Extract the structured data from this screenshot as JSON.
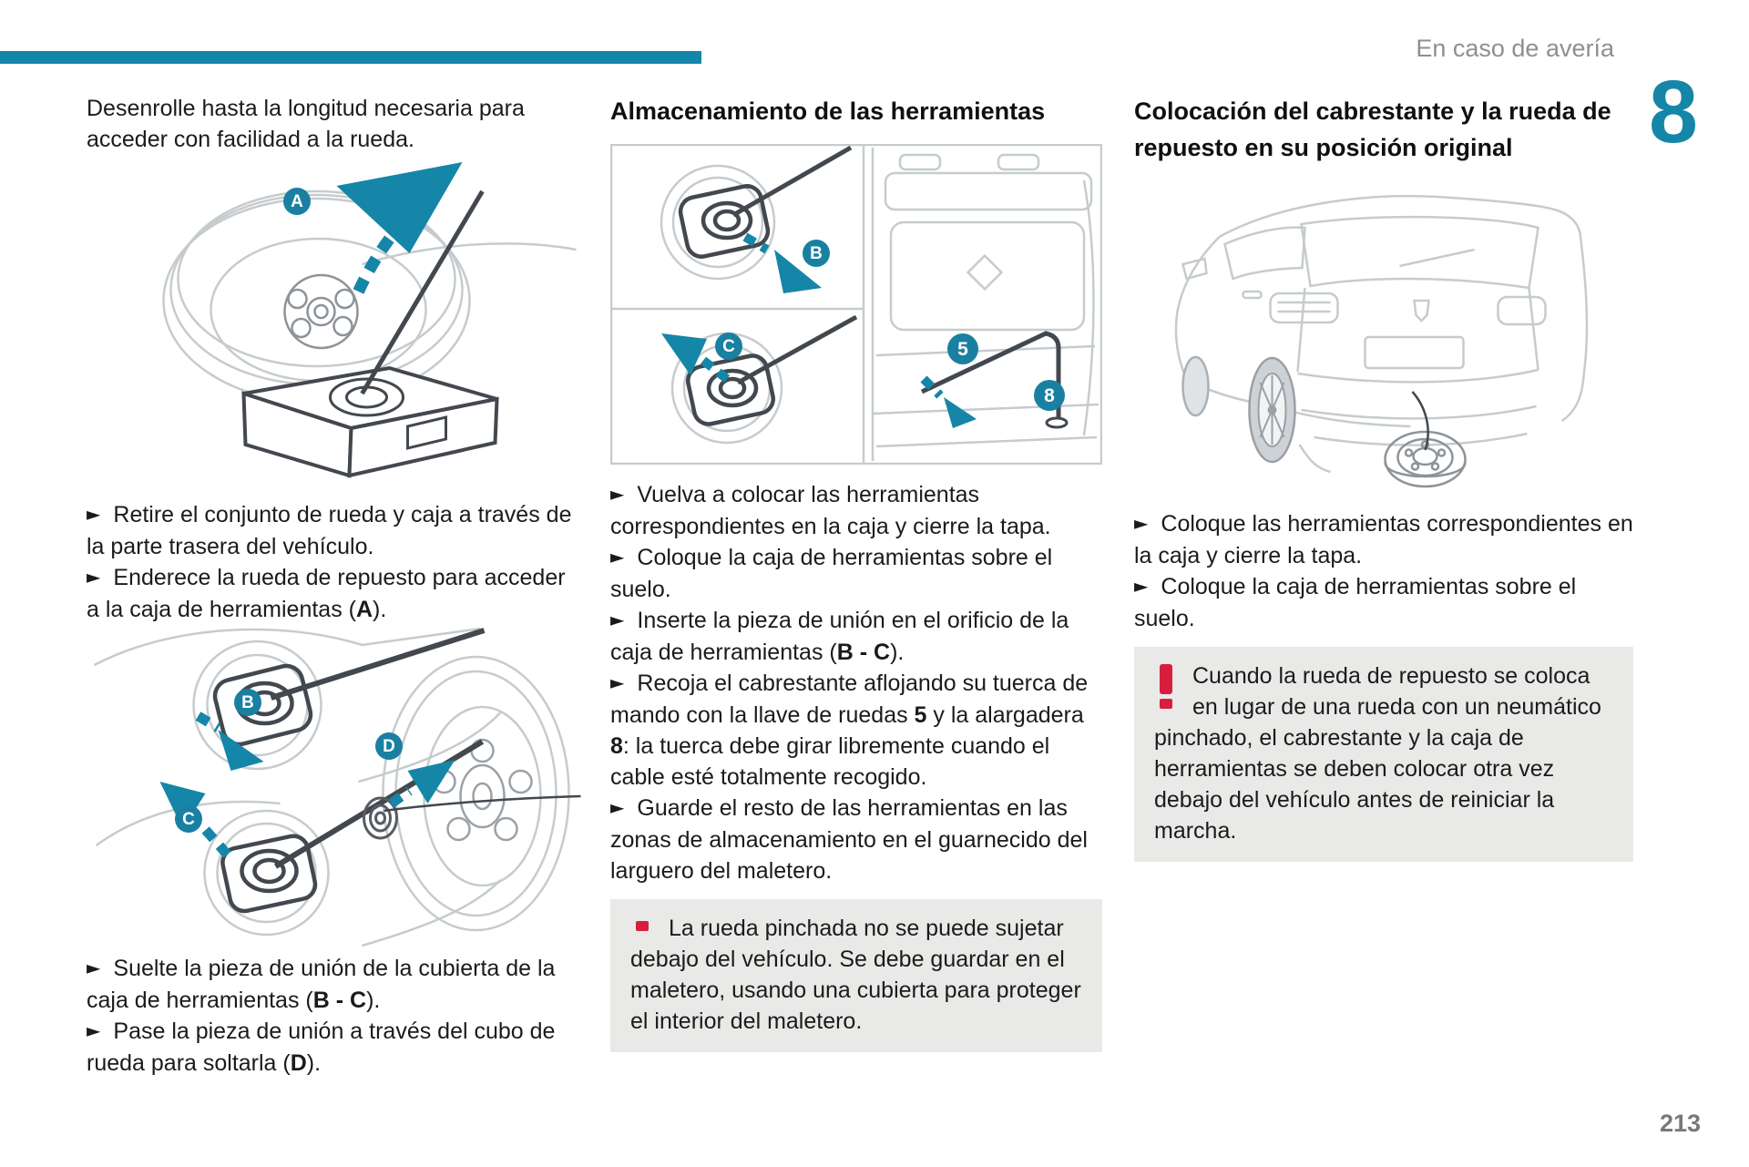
{
  "header": {
    "section_title": "En caso de avería",
    "chapter_number": "8"
  },
  "footer": {
    "page_number": "213"
  },
  "colors": {
    "accent_teal": "#1586a7",
    "badge_teal": "#1a80a1",
    "warning_red": "#d81e3f",
    "box_gray": "#e9e9e8",
    "header_gray": "#8b9095"
  },
  "icons": {
    "bullet_arrow": "►",
    "warning_exclamation": "!"
  },
  "badges": {
    "a": "A",
    "b": "B",
    "c": "C",
    "d": "D",
    "five": "5",
    "eight": "8"
  },
  "col1": {
    "intro": "Desenrolle hasta la longitud necesaria para acceder con facilidad a la rueda.",
    "bullets_top": [
      [
        {
          "t": "Retire el conjunto de rueda y caja a través de la parte trasera del vehículo."
        }
      ],
      [
        {
          "t": "Enderece la rueda de repuesto para acceder a la caja de herramientas ("
        },
        {
          "t": "A",
          "b": true
        },
        {
          "t": ")."
        }
      ]
    ],
    "bullets_bottom": [
      [
        {
          "t": "Suelte la pieza de unión de la cubierta de la caja de herramientas ("
        },
        {
          "t": "B - C",
          "b": true
        },
        {
          "t": ")."
        }
      ],
      [
        {
          "t": "Pase la pieza de unión a través del cubo de rueda para soltarla ("
        },
        {
          "t": "D",
          "b": true
        },
        {
          "t": ")."
        }
      ]
    ]
  },
  "col2": {
    "title": "Almacenamiento de las herramientas",
    "bullets": [
      [
        {
          "t": "Vuelva a colocar las herramientas correspondientes en la caja y cierre la tapa."
        }
      ],
      [
        {
          "t": "Coloque la caja de herramientas sobre el suelo."
        }
      ],
      [
        {
          "t": "Inserte la pieza de unión en el orificio de la caja de herramientas ("
        },
        {
          "t": "B - C",
          "b": true
        },
        {
          "t": ")."
        }
      ],
      [
        {
          "t": "Recoja el cabrestante aflojando su tuerca de mando con la llave de ruedas "
        },
        {
          "t": "5",
          "b": true
        },
        {
          "t": " y la alargadera "
        },
        {
          "t": "8",
          "b": true
        },
        {
          "t": ": la tuerca debe girar libremente cuando el cable esté totalmente recogido."
        }
      ],
      [
        {
          "t": "Guarde el resto de las herramientas en las zonas de almacenamiento en el guarnecido del larguero del maletero."
        }
      ]
    ],
    "warning": "La rueda pinchada no se puede sujetar debajo del vehículo. Se debe guardar en el maletero, usando una cubierta para proteger el interior del maletero."
  },
  "col3": {
    "title": "Colocación del cabrestante y la rueda de repuesto en su posición original",
    "bullets": [
      [
        {
          "t": "Coloque las herramientas correspondientes en la caja y cierre la tapa."
        }
      ],
      [
        {
          "t": "Coloque la caja de herramientas sobre el suelo."
        }
      ]
    ],
    "warning": "Cuando la rueda de repuesto se coloca en lugar de una rueda con un neumático pinchado, el cabrestante y la caja de herramientas se deben colocar otra vez debajo del vehículo antes de reiniciar la marcha."
  }
}
